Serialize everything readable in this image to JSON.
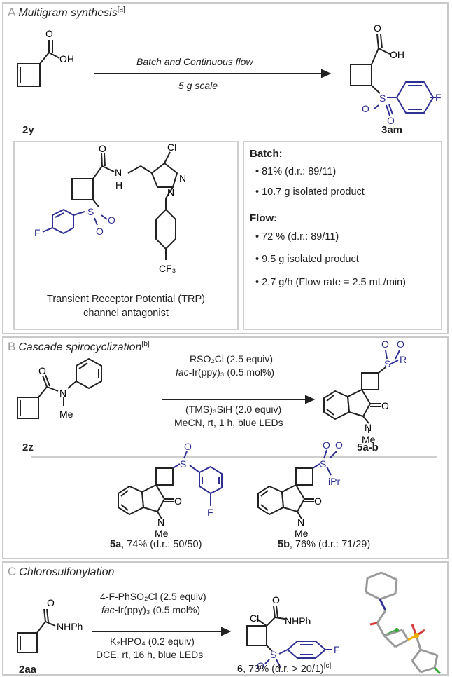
{
  "panelA": {
    "letter": "A",
    "title": "Multigram synthesis",
    "note": "[a]",
    "arrow_top": "Batch and Continuous flow",
    "arrow_bottom": "5 g scale",
    "start_label": "2y",
    "product_label": "3am",
    "trp_line1": "Transient Receptor Potential (TRP)",
    "trp_line2": "channel antagonist",
    "batch_heading": "Batch:",
    "batch_items": [
      "• 81% (d.r.: 89/11)",
      "• 10.7 g isolated product"
    ],
    "flow_heading": "Flow:",
    "flow_items": [
      "• 72 % (d.r.: 89/11)",
      "• 9.5 g isolated product",
      "• 2.7 g/h (Flow rate = 2.5 mL/min)"
    ]
  },
  "panelB": {
    "letter": "B",
    "title": "Cascade spirocyclization",
    "note": "[b]",
    "cond1": "RSO₂Cl (2.5 equiv)",
    "cond2_italic": "fac",
    "cond2_rest": "-Ir(ppy)₃ (0.5 mol%)",
    "cond3": "(TMS)₃SiH (2.0 equiv)",
    "cond4": "MeCN, rt, 1 h, blue LEDs",
    "start_label": "2z",
    "product_label": "5a-b",
    "ex1_bold": "5a",
    "ex1_text": ", 74% (d.r.: 50/50)",
    "ex2_bold": "5b",
    "ex2_text": ", 76% (d.r.: 71/29)"
  },
  "panelC": {
    "letter": "C",
    "title": "Chlorosulfonylation",
    "cond1": "4-F-PhSO₂Cl (2.5 equiv)",
    "cond2_italic": "fac",
    "cond2_rest": "-Ir(ppy)₃ (0.5 mol%)",
    "cond3": "K₂HPO₄ (0.2 equiv)",
    "cond4": "DCE, rt, 16 h, blue LEDs",
    "start_label": "2aa",
    "product_bold": "6",
    "product_text": ", 73% (d.r. > 20/1)",
    "product_note": "[c]"
  },
  "atoms": {
    "O": "O",
    "OH": "OH",
    "F": "F",
    "S": "S",
    "N": "N",
    "H": "H",
    "Cl": "Cl",
    "CF3": "CF₃",
    "Me": "Me",
    "R": "R",
    "iPr": "iPr",
    "NHPh": "NHPh"
  },
  "colors": {
    "blue": "#2e3192",
    "grey_border": "#c9c9c9",
    "crystal_S": "#e8b000",
    "crystal_Cl": "#32a832"
  }
}
